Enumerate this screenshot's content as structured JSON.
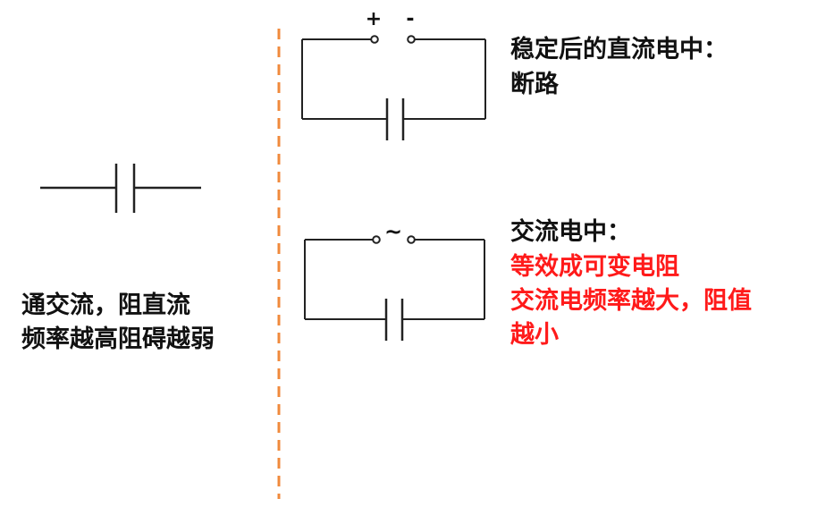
{
  "colors": {
    "line": "#222222",
    "divider": "#f08a3c",
    "highlight": "#ff1a1a",
    "text": "#111111"
  },
  "left_text": {
    "line1": "通交流，阻直流",
    "line2": "频率越高阻碍越弱"
  },
  "dc_circuit": {
    "plus": "+",
    "minus": "-",
    "title": "稳定后的直流电中：",
    "result": "断路"
  },
  "ac_circuit": {
    "source": "~",
    "title": "交流电中：",
    "notes": [
      "等效成可变电阻",
      "交流电频率越大，阻值",
      "越小"
    ]
  }
}
